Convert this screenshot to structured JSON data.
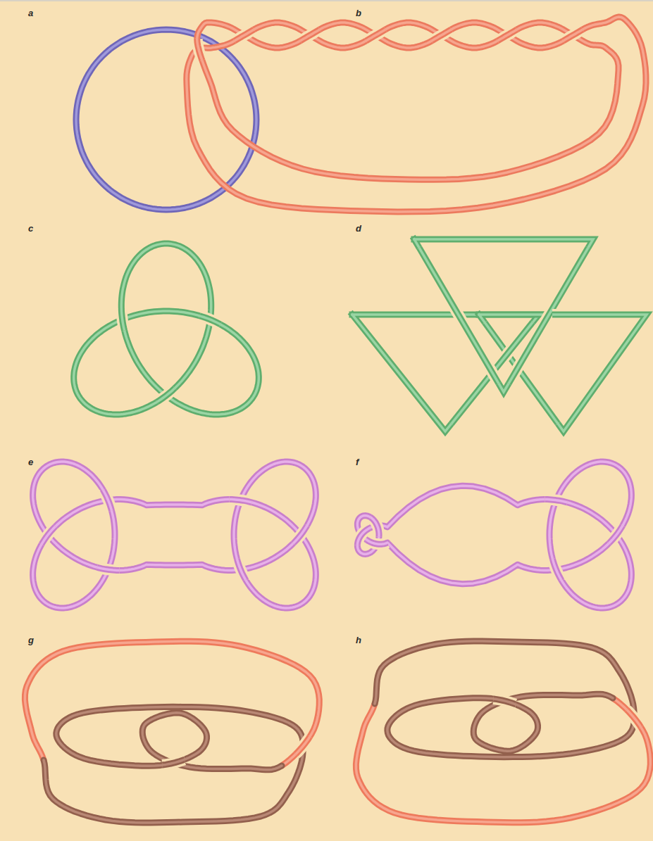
{
  "diagram": {
    "labels": [
      "a",
      "b",
      "c",
      "d",
      "e",
      "f",
      "g",
      "h"
    ]
  }
}
